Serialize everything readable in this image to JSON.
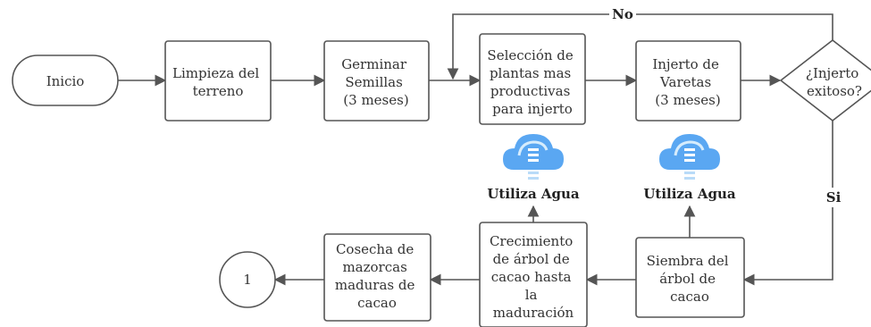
{
  "colors": {
    "stroke": "#555555",
    "text": "#333333",
    "cloud": "#5aa7f2",
    "cloud_light": "#d6ecfc",
    "cloud_drop": "#b9dbf8"
  },
  "nodes": {
    "start": {
      "lines": [
        "Inicio"
      ]
    },
    "clear": {
      "lines": [
        "Limpieza del",
        "terreno"
      ]
    },
    "germinate": {
      "lines": [
        "Germinar",
        "Semillas",
        "(3 meses)"
      ]
    },
    "select": {
      "lines": [
        "Selección de",
        "plantas mas",
        "productivas",
        "para injerto"
      ]
    },
    "graft": {
      "lines": [
        "Injerto de",
        "Varetas",
        "(3 meses)"
      ]
    },
    "decision": {
      "lines": [
        "¿Injerto",
        "exitoso?"
      ]
    },
    "sow": {
      "lines": [
        "Siembra del",
        "árbol de",
        "cacao"
      ]
    },
    "grow": {
      "lines": [
        "Crecimiento",
        "de árbol de",
        "cacao hasta",
        "la",
        "maduración"
      ]
    },
    "harvest": {
      "lines": [
        "Cosecha de",
        "mazorcas",
        "maduras de",
        "cacao"
      ]
    },
    "connector": {
      "lines": [
        "1"
      ]
    }
  },
  "edges": {
    "no_label": "No",
    "si_label": "Si"
  },
  "water": [
    {
      "icon": "cloud-storage-icon",
      "label": "Utiliza Agua"
    },
    {
      "icon": "cloud-storage-icon",
      "label": "Utiliza Agua"
    }
  ]
}
